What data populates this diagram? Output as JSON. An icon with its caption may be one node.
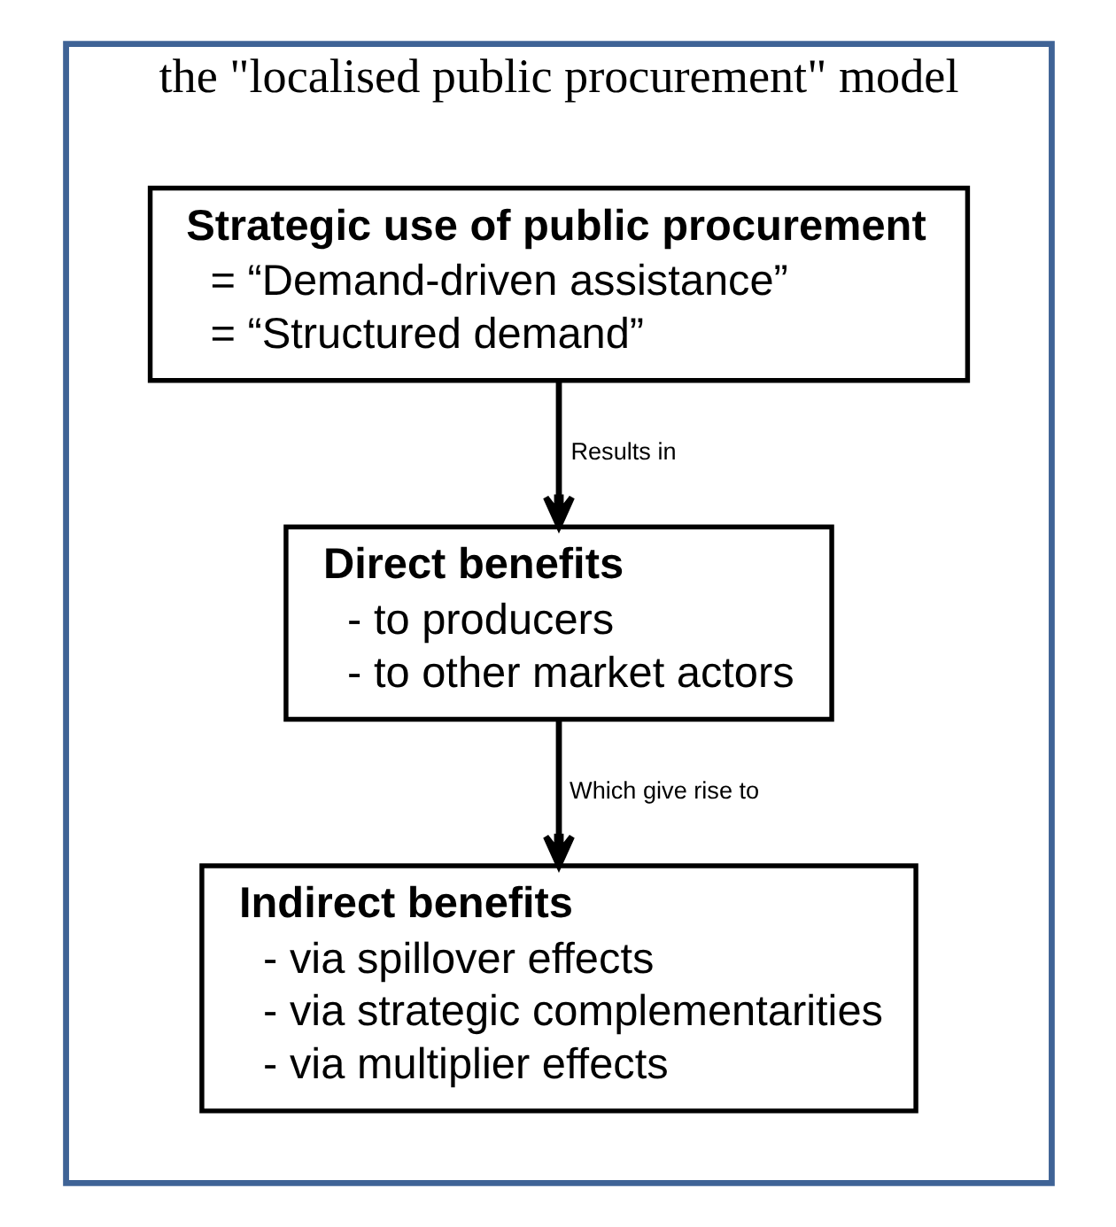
{
  "diagram": {
    "nodes": [
      {
        "text": [
          "the \"localised public procurement\" model"
        ]
      },
      {
        "text": [
          "Strategic use of public procurement",
          "= “Demand-driven assistance”",
          "= “Structured demand”"
        ],
        "in": 0
      },
      {
        "text": [
          "Direct benefits",
          "- to producers",
          "- to other market actors"
        ],
        "in": 0
      },
      {
        "text": [
          "Indirect benefits",
          "- via spillover effects",
          "- via strategic complementarities",
          "- via multiplier effects"
        ],
        "in": 0
      }
    ],
    "edges": [
      {
        "from": 1,
        "to": 2,
        "arrow": "to",
        "label": "Results in"
      },
      {
        "from": 2,
        "to": 3,
        "arrow": "to",
        "label": "Which give rise to"
      }
    ]
  }
}
